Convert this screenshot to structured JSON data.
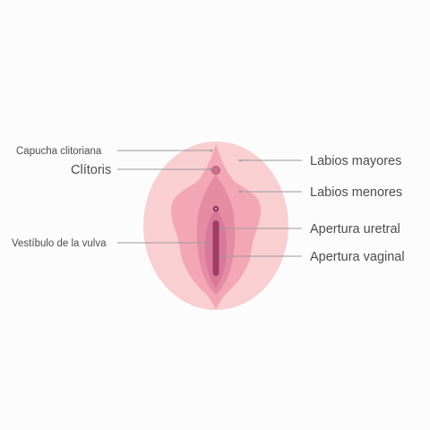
{
  "diagram": {
    "labels": {
      "clitoral_hood": "Capucha clitoriana",
      "clitoris": "Clítoris",
      "vulvar_vestibule": "Vestíbulo de la vulva",
      "labia_majora": "Labios mayores",
      "labia_minora": "Labios menores",
      "urethral_opening": "Apertura uretral",
      "vaginal_opening": "Apertura vaginal"
    },
    "colors": {
      "background": "#fdfcfc",
      "labia_majora": "#f9cfd1",
      "labia_minora": "#f3a7b6",
      "vestibule": "#e58ca2",
      "inner": "#cf6f8d",
      "clitoris": "#c9708a",
      "vaginal_opening": "#a03d65",
      "leader_line": "#9a9a9a",
      "text": "#4d4d4d"
    }
  }
}
